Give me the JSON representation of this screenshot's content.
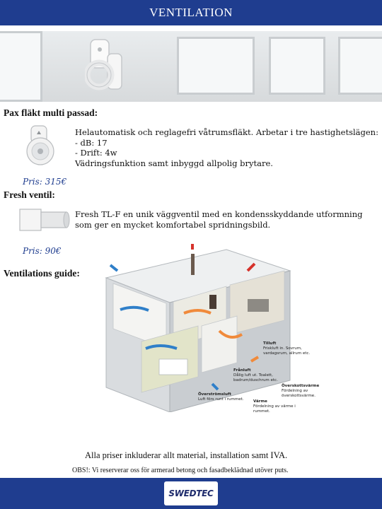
{
  "header": {
    "title": "VENTILATION"
  },
  "pax": {
    "title": "Pax fläkt multi passad:",
    "lines": [
      "Helautomatisk och reglagefri våtrumsfläkt. Arbetar i tre hastighetslägen:",
      "- dB: 17",
      "- Drift: 4w",
      "Vädringsfunktion samt inbyggd allpolig brytare."
    ],
    "price": "Pris: 315€"
  },
  "fresh": {
    "title": "Fresh ventil:",
    "lines": [
      "Fresh TL-F en unik väggventil med en kondensskyddande utformning",
      "som ger en mycket komfortabel spridningsbild."
    ],
    "price": "Pris: 90€"
  },
  "guide": {
    "title": "Ventilations guide:",
    "labels": [
      {
        "name": "Tilluft",
        "text": "Friskluft in. Sovrum, vardagsrum, allrum etc."
      },
      {
        "name": "Frånluft",
        "text": "Dålig luft ut. Toalett, badrum/duschrum etc."
      },
      {
        "name": "Överströmsluft",
        "text": "Luft förs runt i rummet."
      },
      {
        "name": "Överskottsvärme",
        "text": "Fördelning av överskottsvärme."
      },
      {
        "name": "Värme",
        "text": "Fördelning av värme i rummet."
      }
    ]
  },
  "footer": {
    "note": "Alla priser inkluderar allt material, installation samt IVA.",
    "disclaimer": "OBS!: Vi reserverar oss för armerad betong och fasadbeklädnad utöver puts.",
    "brand": "SWEDTEC"
  },
  "colors": {
    "brand_blue": "#1f3d8f",
    "arrow_blue": "#2f7fc9",
    "arrow_orange": "#f08a3b",
    "arrow_red": "#d6322b"
  }
}
